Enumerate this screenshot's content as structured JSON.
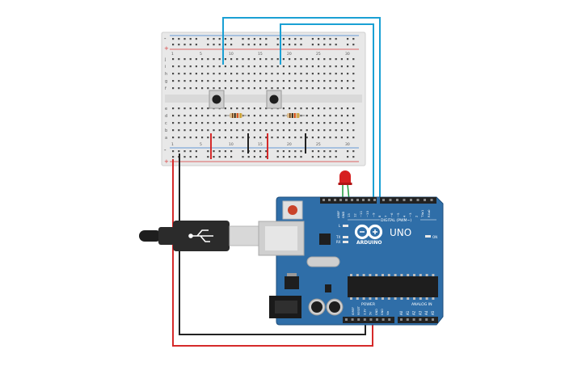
{
  "colors": {
    "board": "#2f6ea8",
    "board_edge": "#1f4f7c",
    "breadboard": "#e6e6e6",
    "rail_red": "#d93a3a",
    "wire_blue": "#1aa0d4",
    "wire_red": "#d52a2a",
    "wire_black": "#222222",
    "led": "#d61f1f",
    "header": "#222222",
    "chip": "#1e1e1e",
    "usb_plug": "#2b2b2b"
  },
  "breadboard": {
    "row_letters_top": [
      "j",
      "i",
      "h",
      "g",
      "f"
    ],
    "row_letters_bottom": [
      "e",
      "d",
      "c",
      "b",
      "a"
    ],
    "column_numbers": [
      "1",
      "5",
      "10",
      "15",
      "20",
      "25",
      "30"
    ],
    "rail_plus": "+",
    "rail_minus": "-"
  },
  "arduino": {
    "brand": "ARDUINO",
    "model": "UNO",
    "digital_label": "DIGITAL (PWM~)",
    "aref_label": "AREF",
    "gnd_label": "GND",
    "digital_pins": [
      "13",
      "12",
      "~11",
      "~10",
      "~9",
      "8",
      "7",
      "~6",
      "~5",
      "4",
      "~3",
      "2",
      "TX▸1",
      "RX◂0"
    ],
    "power_label": "POWER",
    "power_pins": [
      "IOREF",
      "RESET",
      "3.3V",
      "5V",
      "GND",
      "GND",
      "Vin"
    ],
    "analog_label": "ANALOG IN",
    "analog_pins": [
      "A0",
      "A1",
      "A2",
      "A3",
      "A4",
      "A5"
    ],
    "leds": [
      "L",
      "TX",
      "RX"
    ],
    "on_label": "ON"
  },
  "icons": {
    "usb": "usb-icon",
    "logo": "arduino-infinity-icon"
  }
}
